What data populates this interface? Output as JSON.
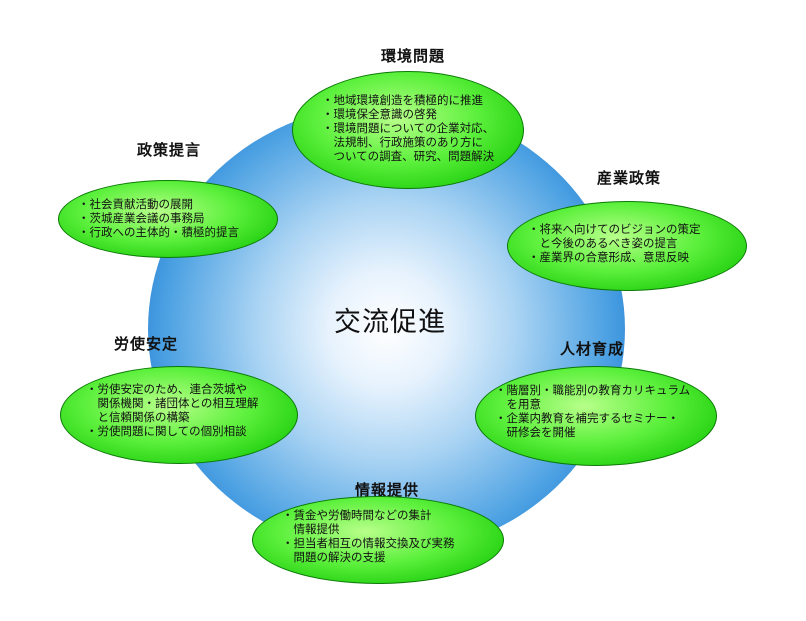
{
  "center": {
    "label": "交流促進"
  },
  "sections": {
    "environment": {
      "heading": "環境問題",
      "items": [
        "・地域環境創造を積極的に推進",
        "・環境保全意識の啓発",
        "・環境問題についての企業対応、",
        "　法規制、行政施策のあり方に",
        "　ついての調査、研究、問題解決"
      ]
    },
    "policy": {
      "heading": "政策提言",
      "items": [
        "・社会貢献活動の展開",
        "・茨城産業会議の事務局",
        "・行政への主体的・積極的提言"
      ]
    },
    "industry": {
      "heading": "産業政策",
      "items": [
        "・将来へ向けてのビジョンの策定",
        "　と今後のあるべき姿の提言",
        "・産業界の合意形成、意思反映"
      ]
    },
    "labor": {
      "heading": "労使安定",
      "items": [
        "・労使安定のため、連合茨城や",
        "　関係機関・諸団体との相互理解",
        "　と信頼関係の構築",
        "・労使問題に関しての個別相談"
      ]
    },
    "hr": {
      "heading": "人材育成",
      "items": [
        "・階層別・職能別の教育カリキュラム",
        "　を用意",
        "・企業内教育を補完するセミナー・",
        "　研修会を開催"
      ]
    },
    "info": {
      "heading": "情報提供",
      "items": [
        "・賃金や労働時間などの集計",
        "　情報提供",
        "・担当者相互の情報交換及び実務",
        "　問題の解決の支援"
      ]
    }
  }
}
